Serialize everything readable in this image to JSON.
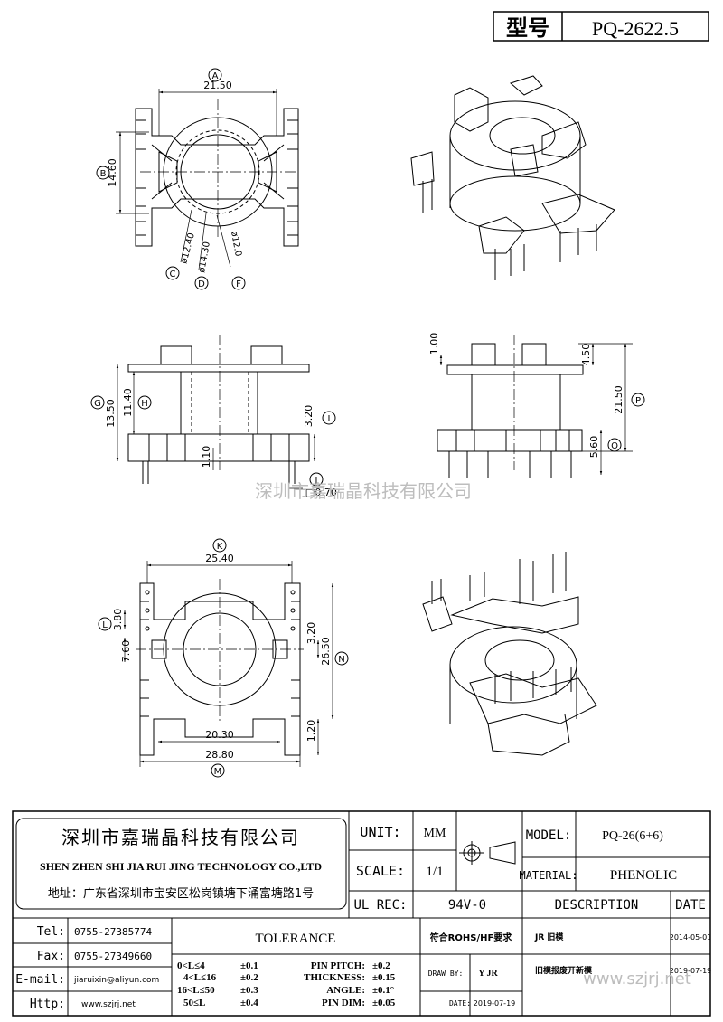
{
  "title_box": {
    "label": "型号",
    "value": "PQ-2622.5"
  },
  "watermark": "深圳市嘉瑞晶科技有限公司",
  "top_view": {
    "dim_A": "21.50",
    "dim_B": "14.60",
    "dia_12_40": "ø12.40",
    "dia_14_30": "ø14.30",
    "dia_12_0": "ø12.0",
    "tags": {
      "A": "A",
      "B": "B",
      "C": "C",
      "D": "D",
      "F": "F"
    }
  },
  "side_view": {
    "dim_G": "13.50",
    "dim_H": "11.40",
    "dim_I": "3.20",
    "dim_1_10": "1.10",
    "dim_pin": "□0.70",
    "tags": {
      "G": "G",
      "H": "H",
      "I": "I",
      "J": "J"
    }
  },
  "front_view": {
    "dim_1_00": "1.00",
    "dim_4_50": "4.50",
    "dim_P": "21.50",
    "dim_O": "5.60",
    "tags": {
      "P": "P",
      "O": "O"
    }
  },
  "bottom_view": {
    "dim_K": "25.40",
    "dim_L": "3.80",
    "dim_7_60": "7.60",
    "dim_3_20": "3.20",
    "dim_N": "26.50",
    "dim_20_30": "20.30",
    "dim_1_20": "1.20",
    "dim_M": "28.80",
    "tags": {
      "K": "K",
      "L": "L",
      "N": "N",
      "M": "M"
    }
  },
  "title_block": {
    "company_cn": "深圳市嘉瑞晶科技有限公司",
    "company_en": "SHEN ZHEN SHI  JIA RUI JING  TECHNOLOGY CO.,LTD",
    "address": "地址：广东省深圳市宝安区松岗镇塘下涌富塘路1号",
    "unit_label": "UNIT:",
    "unit_value": "MM",
    "scale_label": "SCALE:",
    "scale_value": "1/1",
    "ul_rec_label": "UL REC:",
    "ul_rec_value": "94V-0",
    "model_label": "MODEL:",
    "model_value": "PQ-26(6+6)",
    "material_label": "MATERIAL:",
    "material_value": "PHENOLIC",
    "description_label": "DESCRIPTION",
    "date_label": "DATE",
    "rows": [
      {
        "description": "JR 旧模",
        "date": "2014-05-01"
      },
      {
        "description": "旧模报废开新模",
        "date": "2019-07-19"
      }
    ],
    "tel_label": "Tel:",
    "tel_value": "0755-27385774",
    "fax_label": "Fax:",
    "fax_value": "0755-27349660",
    "email_label": "E-mail:",
    "email_value": "jiaruixin@aliyun.com",
    "http_label": "Http:",
    "http_value": "www.szjrj.net",
    "tolerance_label": "TOLERANCE",
    "tol_left": [
      "0<L≤4",
      "4<L≤16",
      "16<L≤50",
      "50≤L"
    ],
    "tol_left_val": [
      "±0.1",
      "±0.2",
      "±0.3",
      "±0.4"
    ],
    "tol_right": [
      "PIN PITCH:",
      "THICKNESS:",
      "ANGLE:",
      "PIN DIM:"
    ],
    "tol_right_val": [
      "±0.2",
      "±0.15",
      "±0.1°",
      "±0.05"
    ],
    "rohs": "符合ROHS/HF要求",
    "draw_by_label": "DRAW BY:",
    "draw_by_value": "Y JR",
    "date_row_label": "DATE:",
    "date_row_value": "2019-07-19",
    "website_watermark": "www.szjrj.net"
  }
}
